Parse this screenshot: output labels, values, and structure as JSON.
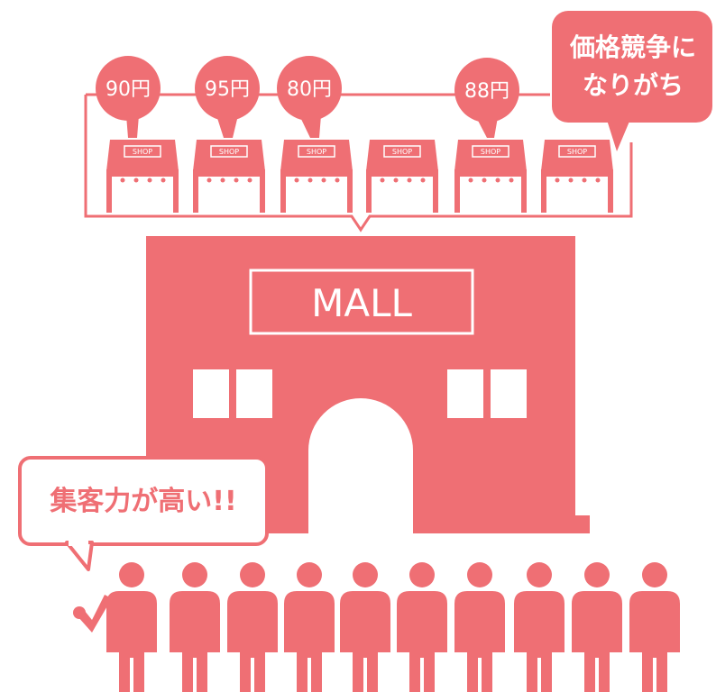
{
  "colors": {
    "main": "#ef6f74",
    "white": "#ffffff"
  },
  "prices": [
    "90円",
    "95円",
    "80円",
    "88円"
  ],
  "shop_label": "SHOP",
  "mall_sign": "MALL",
  "competition_bubble": {
    "line1": "価格競争に",
    "line2": "なりがち"
  },
  "crowd_bubble": "集客力が高い!!"
}
